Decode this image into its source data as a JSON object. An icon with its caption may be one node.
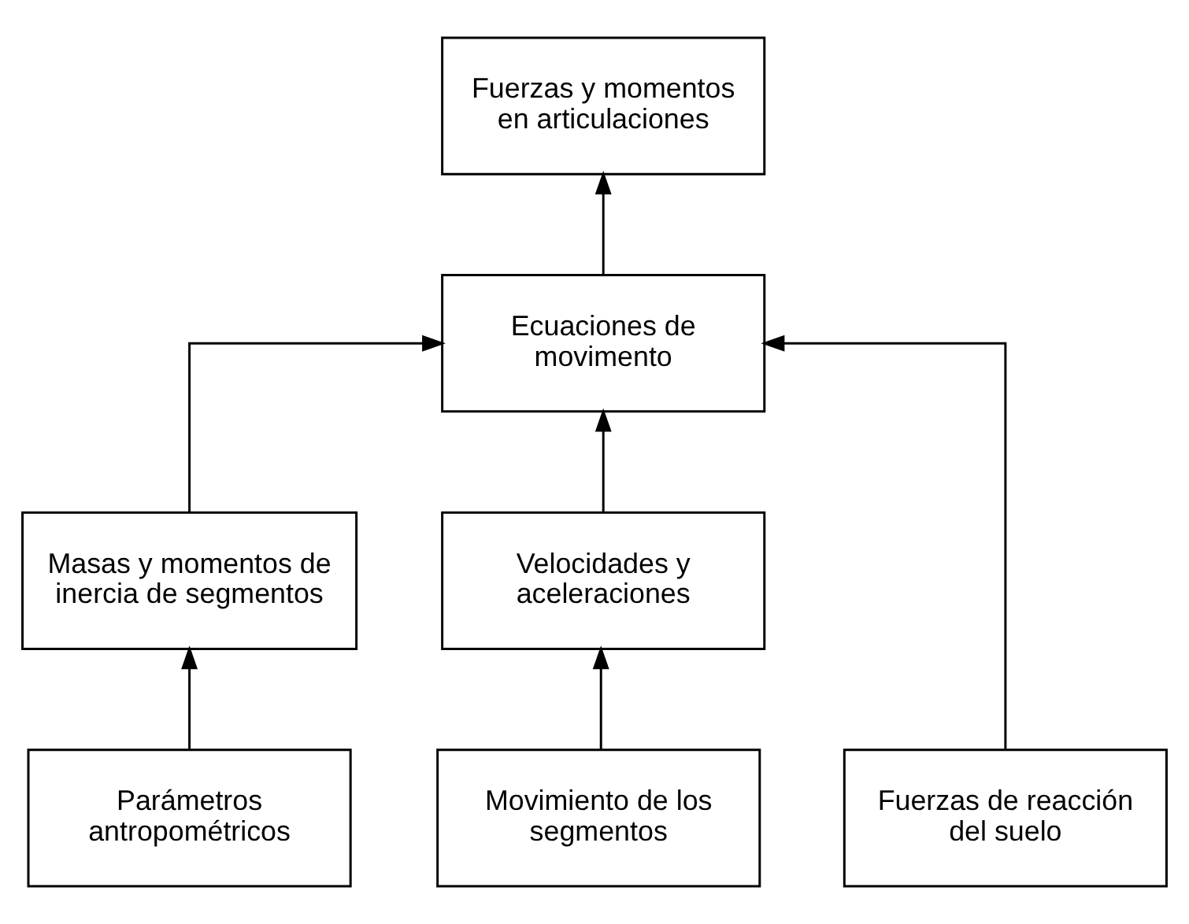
{
  "diagram": {
    "nodes": [
      {
        "text": [
          "Fuerzas y momentos en articulaciones"
        ]
      },
      {
        "text": [
          "Ecuaciones de movimento"
        ]
      },
      {
        "text": [
          "Masas y momentos de inercia de segmentos"
        ]
      },
      {
        "text": [
          "Velocidades y aceleraciones"
        ]
      },
      {
        "text": [
          "Parámetros antropométricos"
        ]
      },
      {
        "text": [
          "Movimiento de los segmentos"
        ]
      },
      {
        "text": [
          "Fuerzas de reacción del suelo"
        ]
      }
    ],
    "edges": [
      {
        "from": 1,
        "to": 0,
        "arrow": "to"
      },
      {
        "from": 2,
        "to": 1,
        "arrow": "to"
      },
      {
        "from": 3,
        "to": 1,
        "arrow": "to"
      },
      {
        "from": 6,
        "to": 1,
        "arrow": "to"
      },
      {
        "from": 4,
        "to": 2,
        "arrow": "to"
      },
      {
        "from": 5,
        "to": 3,
        "arrow": "to"
      }
    ]
  }
}
